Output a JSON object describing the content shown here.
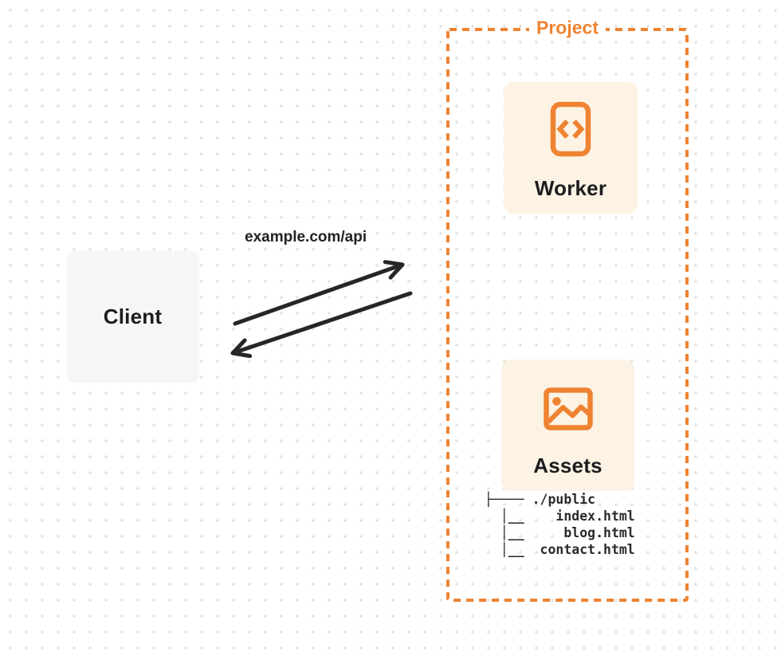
{
  "colors": {
    "orange": "#EF8331",
    "cream": "#FCF3E5",
    "card_gray": "#F6F6F7",
    "ink": "#262626",
    "dot": "#E3E3E3"
  },
  "client": {
    "label": "Client"
  },
  "request": {
    "url_label": "example.com/api"
  },
  "project": {
    "label": "Project",
    "worker": {
      "label": "Worker",
      "icon": "code-document-icon"
    },
    "assets": {
      "label": "Assets",
      "icon": "image-landscape-icon"
    },
    "file_tree": {
      "lines": [
        "├──── ./public",
        "  │__    index.html",
        "  │__     blog.html",
        "  │__  contact.html"
      ]
    }
  }
}
